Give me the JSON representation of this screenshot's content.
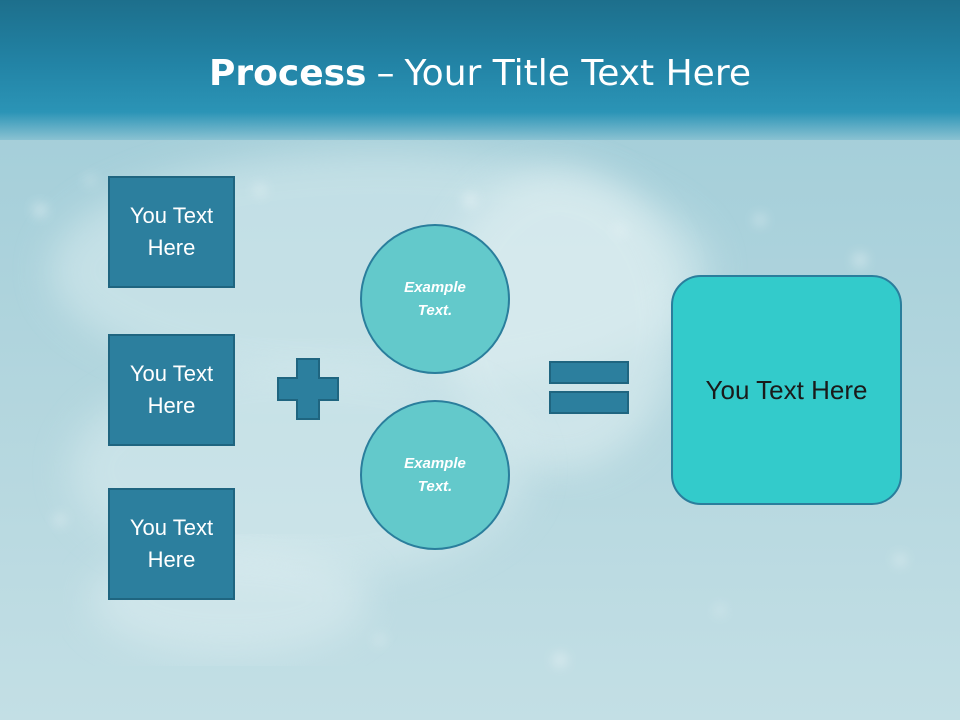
{
  "slide": {
    "title_bold": "Process",
    "title_dash": "–",
    "title_rest": "Your Title Text Here"
  },
  "inputs": [
    {
      "label": "You Text Here"
    },
    {
      "label": "You Text Here"
    },
    {
      "label": "You Text Here"
    }
  ],
  "examples": [
    {
      "label": "Example Text."
    },
    {
      "label": "Example Text."
    }
  ],
  "result": {
    "label": "You Text Here"
  },
  "operators": {
    "plus": "plus-icon",
    "equals": "equals-icon"
  },
  "colors": {
    "header": "#2283a5",
    "box_fill": "#2c7f9e",
    "circle_fill": "#63c9cb",
    "result_fill": "#33cbcb",
    "operator": "#2c7f9e"
  }
}
